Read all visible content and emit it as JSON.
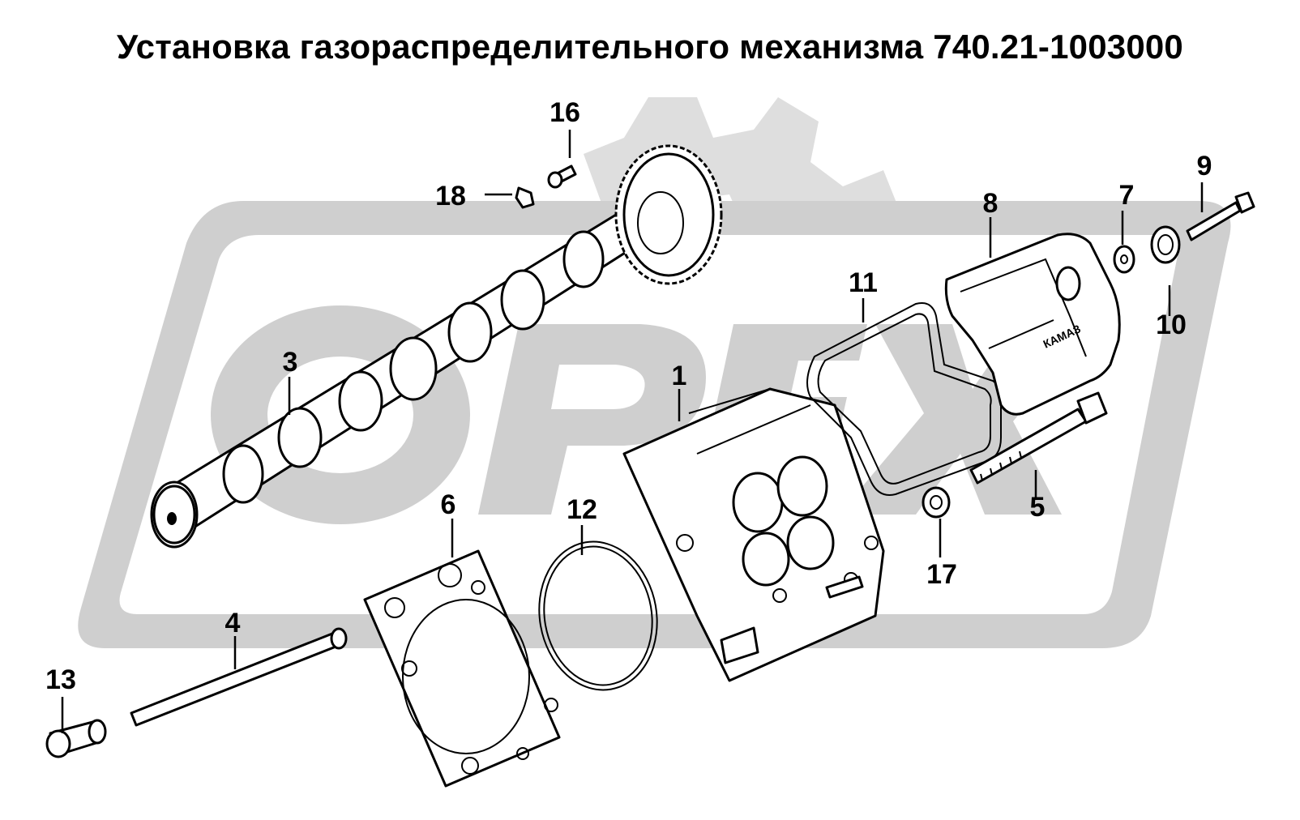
{
  "title": "Установка газораспределительного механизма 740.21-1003000",
  "watermark": {
    "brand_text": "OPEX",
    "color": "#cfcfcf"
  },
  "callouts": [
    {
      "id": "1",
      "label": "1",
      "part": "cylinder-head"
    },
    {
      "id": "3",
      "label": "3",
      "part": "camshaft"
    },
    {
      "id": "4",
      "label": "4",
      "part": "push-rod"
    },
    {
      "id": "5",
      "label": "5",
      "part": "head-bolt"
    },
    {
      "id": "6",
      "label": "6",
      "part": "head-gasket"
    },
    {
      "id": "7",
      "label": "7",
      "part": "washer"
    },
    {
      "id": "8",
      "label": "8",
      "part": "valve-cover"
    },
    {
      "id": "9",
      "label": "9",
      "part": "cover-bolt"
    },
    {
      "id": "10",
      "label": "10",
      "part": "sealing-washer"
    },
    {
      "id": "11",
      "label": "11",
      "part": "cover-gasket"
    },
    {
      "id": "12",
      "label": "12",
      "part": "o-ring"
    },
    {
      "id": "13",
      "label": "13",
      "part": "tappet"
    },
    {
      "id": "16",
      "label": "16",
      "part": "screw"
    },
    {
      "id": "17",
      "label": "17",
      "part": "nut"
    },
    {
      "id": "18",
      "label": "18",
      "part": "lock-washer"
    }
  ],
  "cover_logo_text": "КАМАЗ"
}
